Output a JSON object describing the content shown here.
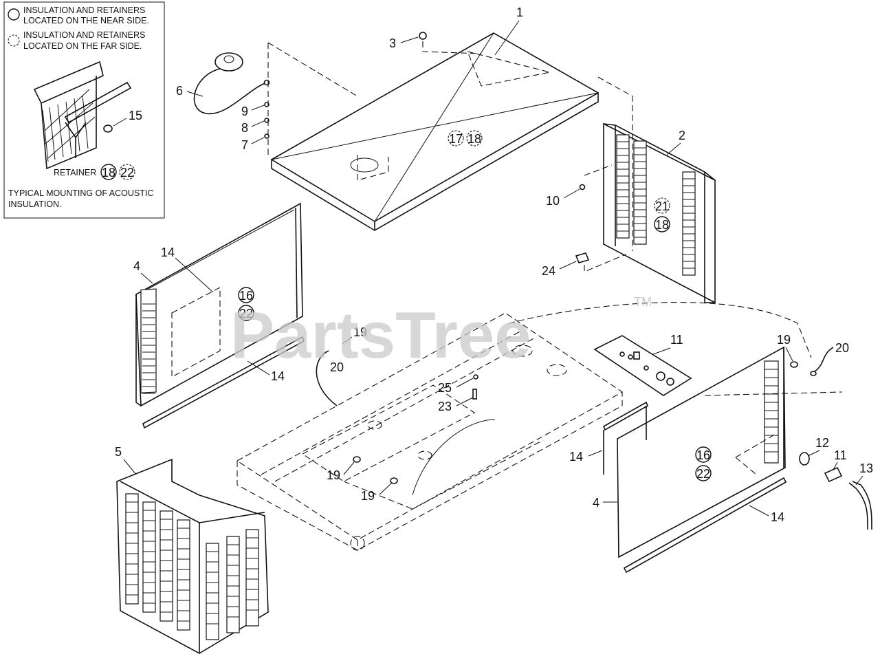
{
  "legend": {
    "near_side_line1": "INSULATION AND RETAINERS",
    "near_side_line2": "LOCATED ON THE NEAR SIDE.",
    "far_side_line1": "INSULATION AND RETAINERS",
    "far_side_line2": "LOCATED ON THE FAR SIDE.",
    "retainer_label": "RETAINER",
    "typical_line1": "TYPICAL MOUNTING OF ACOUSTIC",
    "typical_line2": "INSULATION."
  },
  "watermark": {
    "text": "PartsTree",
    "trademark": "TM"
  },
  "callouts": {
    "c1": "1",
    "c2": "2",
    "c3": "3",
    "c4a": "4",
    "c4b": "4",
    "c5": "5",
    "c6": "6",
    "c7": "7",
    "c8": "8",
    "c9": "9",
    "c10": "10",
    "c11a": "11",
    "c11b": "11",
    "c12": "12",
    "c13": "13",
    "c14a": "14",
    "c14b": "14",
    "c14c": "14",
    "c14d": "14",
    "c15": "15",
    "c19a": "19",
    "c19b": "19",
    "c19c": "19",
    "c19d": "19",
    "c20a": "20",
    "c20b": "20",
    "c23": "23",
    "c24": "24",
    "c25": "25"
  },
  "circled": {
    "ins_retainer_18": "18",
    "ins_retainer_22": "22",
    "roof_17": "17",
    "roof_18": "18",
    "side_21": "21",
    "side_18": "18",
    "left_16": "16",
    "left_22": "22",
    "right_16": "16",
    "right_22": "22"
  }
}
